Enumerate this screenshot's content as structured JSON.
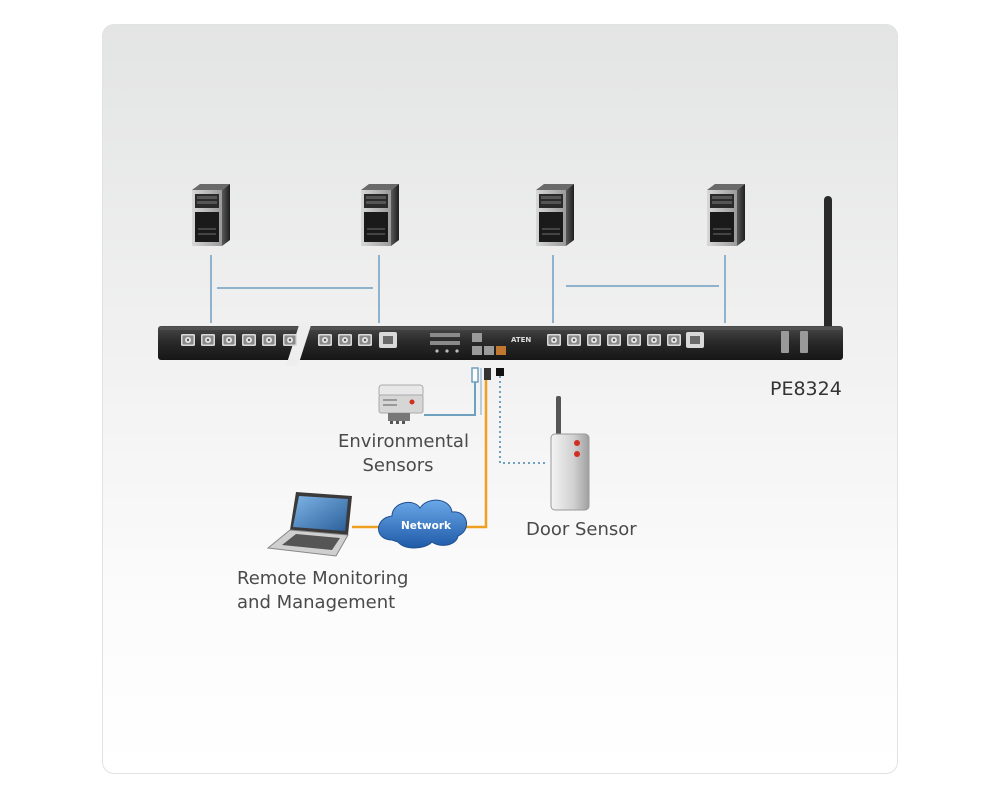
{
  "model": "PE8324",
  "labels": {
    "env_line1": "Environmental",
    "env_line2": "Sensors",
    "door": "Door Sensor",
    "remote_line1": "Remote Monitoring",
    "remote_line2": "and Management",
    "network": "Network",
    "brand": "ATEN"
  },
  "colors": {
    "pdu_body": "#2b2b2b",
    "server_link": "#8fb3cc",
    "network_link": "#f0a020",
    "sensor_link": "#6fa0c0",
    "cloud": "#2f6fc0",
    "door_led": "#d03020"
  }
}
